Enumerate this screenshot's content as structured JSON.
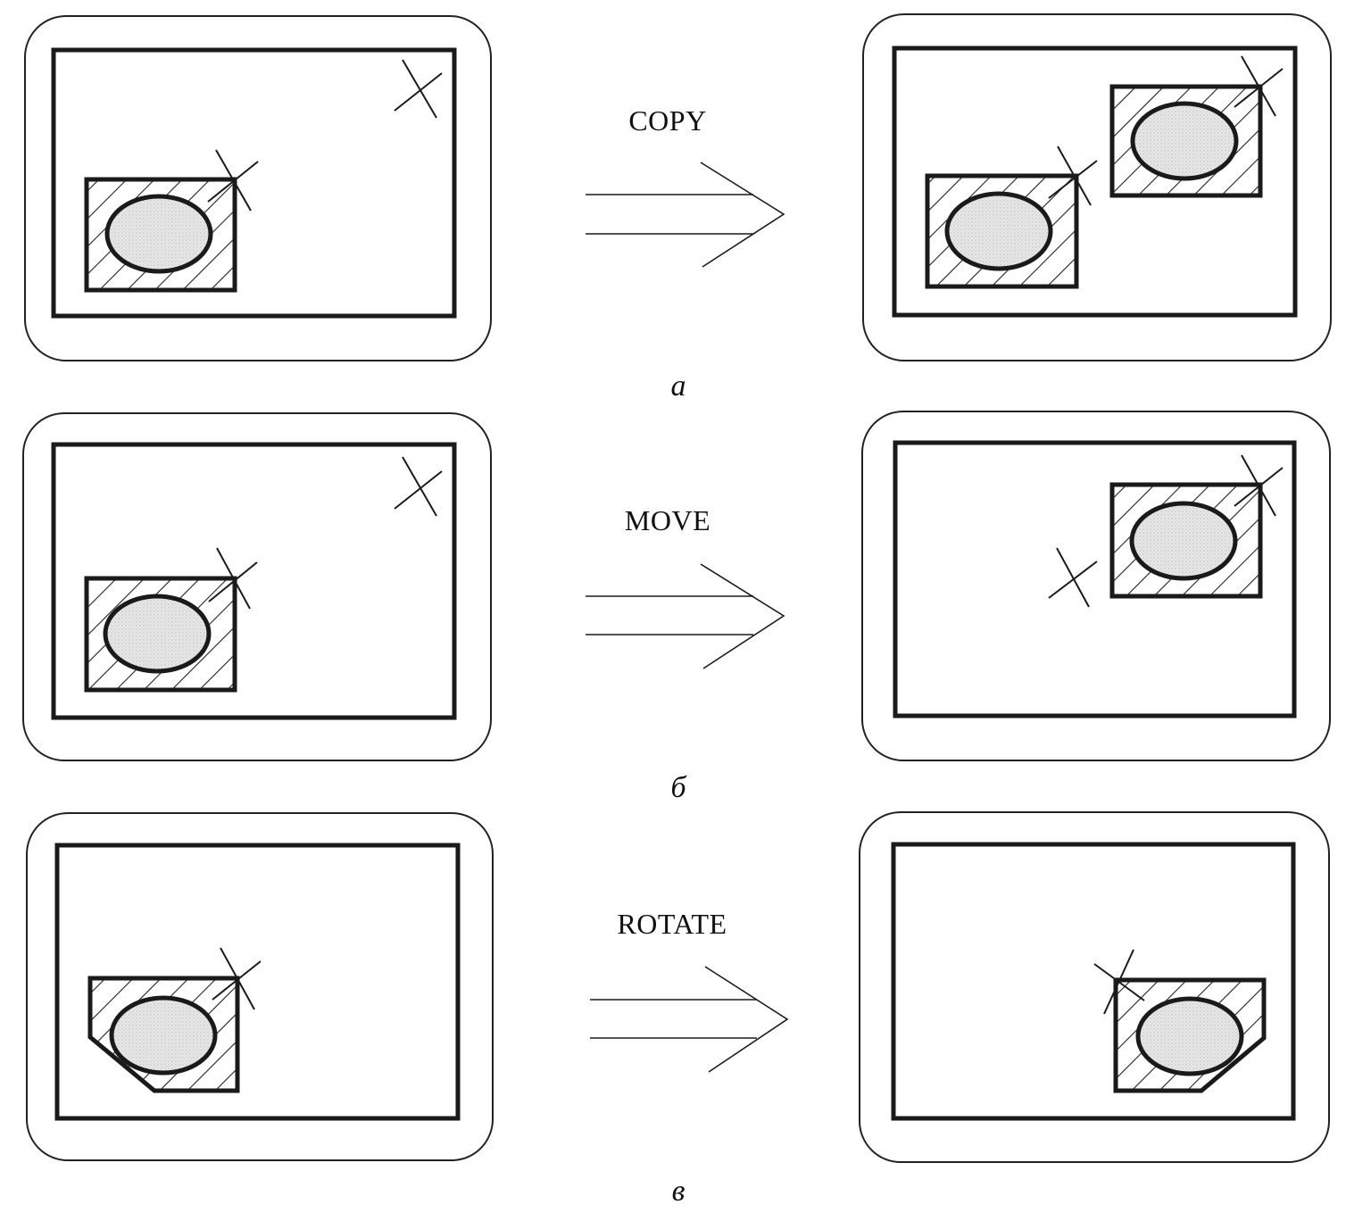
{
  "operations": [
    {
      "label": "COPY",
      "caption": "а"
    },
    {
      "label": "MOVE",
      "caption": "б"
    },
    {
      "label": "ROTATE",
      "caption": "в"
    }
  ],
  "colors": {
    "ink": "#1a1a1a",
    "fill": "#ffffff",
    "ellipse_fill": "#e4e4e4"
  },
  "icons": {
    "base_point": "x-cross-marker",
    "operation_arrow": "double-line-arrow"
  }
}
